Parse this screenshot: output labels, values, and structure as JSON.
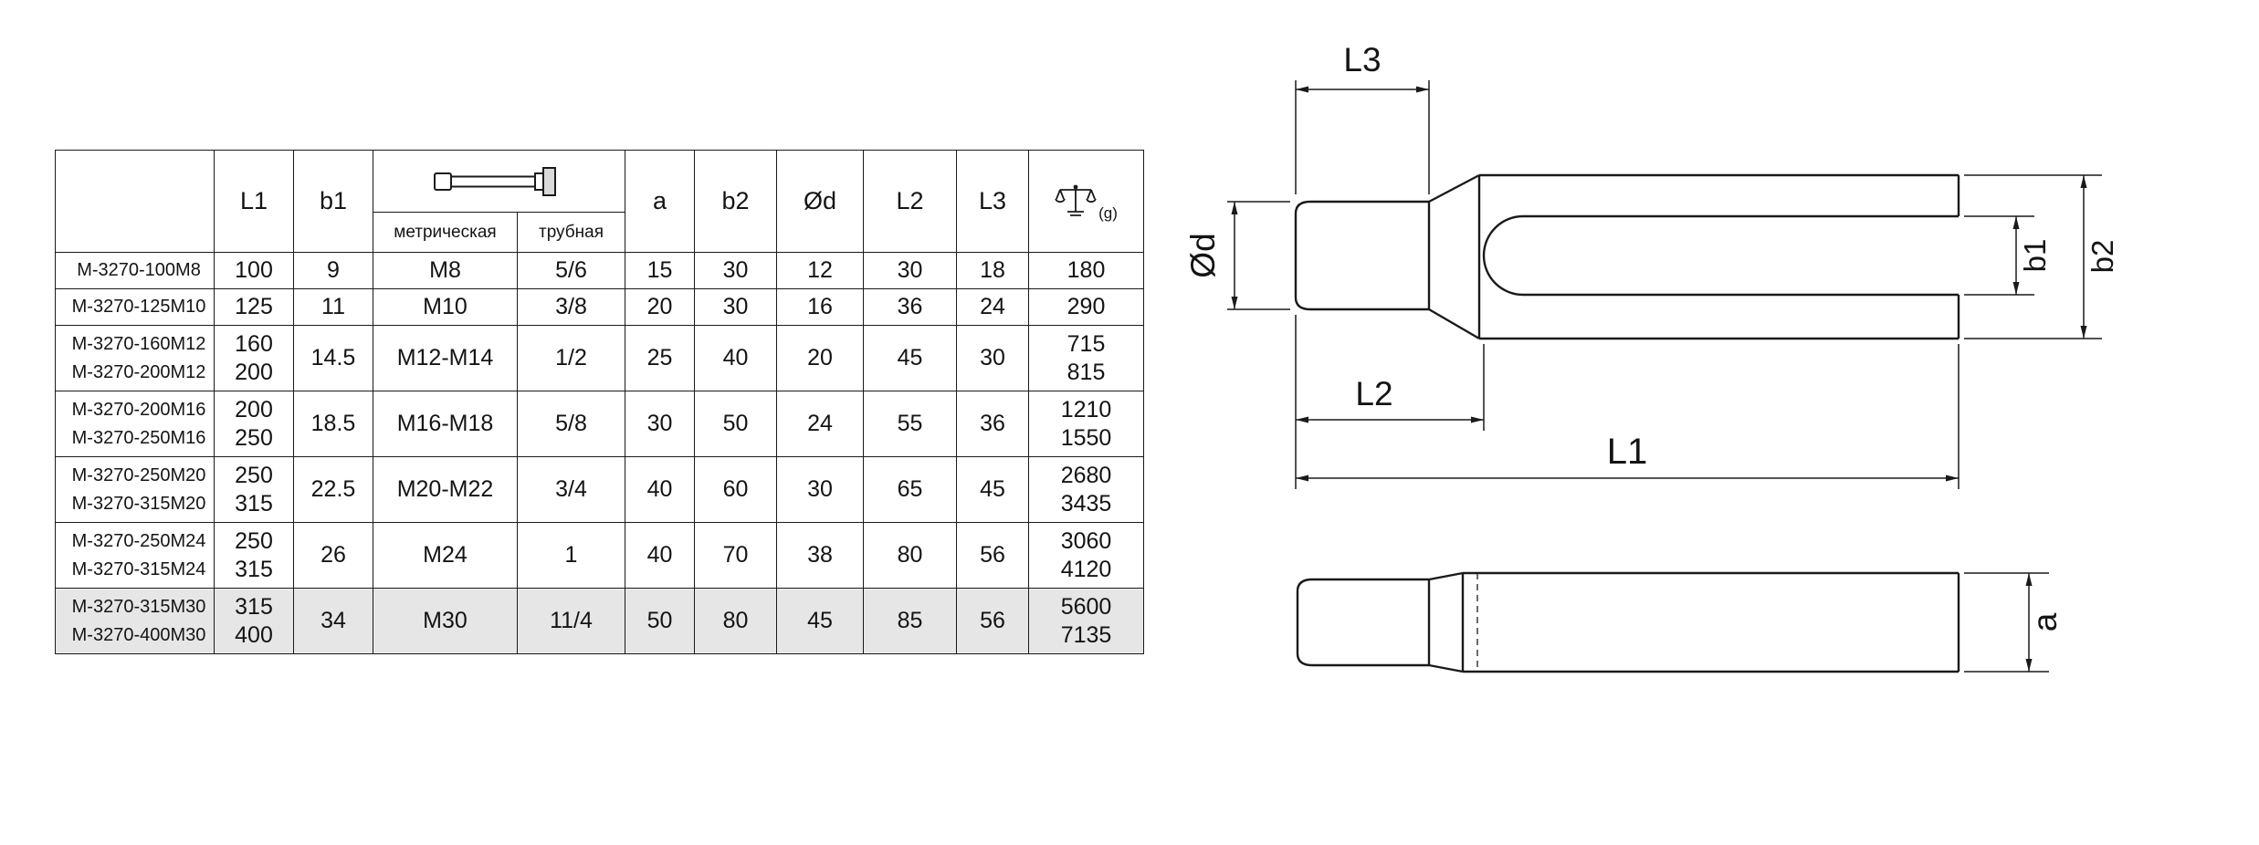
{
  "table": {
    "headers": {
      "model": "",
      "l1": "L1",
      "b1": "b1",
      "thread_metric": "метрическая",
      "thread_pipe": "трубная",
      "a": "a",
      "b2": "b2",
      "od": "Ød",
      "l2": "L2",
      "l3": "L3",
      "weight_unit": "(g)"
    },
    "rows": [
      {
        "models": [
          "M-3270-100M8"
        ],
        "l1": [
          "100"
        ],
        "b1": "9",
        "metric": "M8",
        "pipe": "5/6",
        "a": "15",
        "b2": "30",
        "od": "12",
        "l2": "30",
        "l3": "18",
        "weight": [
          "180"
        ]
      },
      {
        "models": [
          "M-3270-125M10"
        ],
        "l1": [
          "125"
        ],
        "b1": "11",
        "metric": "M10",
        "pipe": "3/8",
        "a": "20",
        "b2": "30",
        "od": "16",
        "l2": "36",
        "l3": "24",
        "weight": [
          "290"
        ]
      },
      {
        "models": [
          "M-3270-160M12",
          "M-3270-200M12"
        ],
        "l1": [
          "160",
          "200"
        ],
        "b1": "14.5",
        "metric": "M12-M14",
        "pipe": "1/2",
        "a": "25",
        "b2": "40",
        "od": "20",
        "l2": "45",
        "l3": "30",
        "weight": [
          "715",
          "815"
        ]
      },
      {
        "models": [
          "M-3270-200M16",
          "M-3270-250M16"
        ],
        "l1": [
          "200",
          "250"
        ],
        "b1": "18.5",
        "metric": "M16-M18",
        "pipe": "5/8",
        "a": "30",
        "b2": "50",
        "od": "24",
        "l2": "55",
        "l3": "36",
        "weight": [
          "1210",
          "1550"
        ]
      },
      {
        "models": [
          "M-3270-250M20",
          "M-3270-315M20"
        ],
        "l1": [
          "250",
          "315"
        ],
        "b1": "22.5",
        "metric": "M20-M22",
        "pipe": "3/4",
        "a": "40",
        "b2": "60",
        "od": "30",
        "l2": "65",
        "l3": "45",
        "weight": [
          "2680",
          "3435"
        ]
      },
      {
        "models": [
          "M-3270-250M24",
          "M-3270-315M24"
        ],
        "l1": [
          "250",
          "315"
        ],
        "b1": "26",
        "metric": "M24",
        "pipe": "1",
        "a": "40",
        "b2": "70",
        "od": "38",
        "l2": "80",
        "l3": "56",
        "weight": [
          "3060",
          "4120"
        ]
      },
      {
        "models": [
          "M-3270-315M30",
          "M-3270-400M30"
        ],
        "l1": [
          "315",
          "400"
        ],
        "b1": "34",
        "metric": "M30",
        "pipe": "11/4",
        "a": "50",
        "b2": "80",
        "od": "45",
        "l2": "85",
        "l3": "56",
        "weight": [
          "5600",
          "7135"
        ]
      }
    ]
  },
  "drawing": {
    "labels": {
      "l3": "L3",
      "od": "Ød",
      "b1": "b1",
      "b2": "b2",
      "l2": "L2",
      "l1": "L1",
      "a": "a"
    }
  },
  "icons": {
    "bolt": "bolt-icon",
    "scale": "scale-icon"
  },
  "colors": {
    "line": "#1a1a1a",
    "shaded_row": "#e6e6e6"
  }
}
